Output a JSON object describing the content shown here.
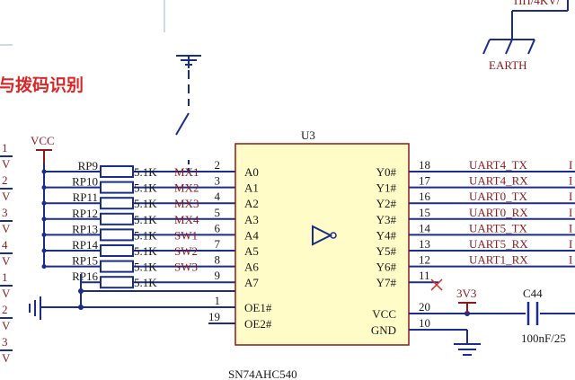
{
  "colors": {
    "wire": "#1a2d8a",
    "chip_fill": "#fffcc8",
    "chip_stroke": "#8b1a1a",
    "net_label": "#8b1a1a",
    "pin_text": "#1a1a1a",
    "title_red": "#d92626",
    "grid": "#9ab8c8"
  },
  "section_title": "与拨码识别",
  "top_right": {
    "partial_text": "ΠΠ/4ΚV/",
    "earth_label": "EARTH"
  },
  "left_edge_fragments": [
    "1",
    "V",
    "2",
    "V",
    "3",
    "V",
    "4",
    "V",
    "1",
    "V",
    "2",
    "V",
    "3",
    "V"
  ],
  "vcc_symbol_label": "VCC",
  "chip": {
    "ref": "U3",
    "part": "SN74AHC540",
    "left_pins": [
      {
        "num": "2",
        "name": "A0"
      },
      {
        "num": "3",
        "name": "A1"
      },
      {
        "num": "4",
        "name": "A2"
      },
      {
        "num": "5",
        "name": "A3"
      },
      {
        "num": "6",
        "name": "A4"
      },
      {
        "num": "7",
        "name": "A5"
      },
      {
        "num": "8",
        "name": "A6"
      },
      {
        "num": "9",
        "name": "A7"
      },
      {
        "num": "1",
        "name": "OE1#"
      },
      {
        "num": "19",
        "name": "OE2#"
      }
    ],
    "right_pins": [
      {
        "num": "18",
        "name": "Y0#"
      },
      {
        "num": "17",
        "name": "Y1#"
      },
      {
        "num": "16",
        "name": "Y2#"
      },
      {
        "num": "15",
        "name": "Y3#"
      },
      {
        "num": "14",
        "name": "Y4#"
      },
      {
        "num": "13",
        "name": "Y5#"
      },
      {
        "num": "12",
        "name": "Y6#"
      },
      {
        "num": "11",
        "name": "Y7#"
      },
      {
        "num": "20",
        "name": "VCC"
      },
      {
        "num": "10",
        "name": "GND"
      }
    ]
  },
  "resistors": [
    {
      "ref": "RP9",
      "value": "5.1K",
      "net": "MX1"
    },
    {
      "ref": "RP10",
      "value": "5.1K",
      "net": "MX2"
    },
    {
      "ref": "RP11",
      "value": "5.1K",
      "net": "MX3"
    },
    {
      "ref": "RP12",
      "value": "5.1K",
      "net": "MX4"
    },
    {
      "ref": "RP13",
      "value": "5.1K",
      "net": "SW1"
    },
    {
      "ref": "RP14",
      "value": "5.1K",
      "net": "SW2"
    },
    {
      "ref": "RP15",
      "value": "5.1K",
      "net": "SW3"
    },
    {
      "ref": "RP16",
      "value": "5.1K",
      "net": ""
    }
  ],
  "output_nets": [
    "UART4_TX",
    "UART4_RX",
    "UART0_TX",
    "UART0_RX",
    "UART5_TX",
    "UART5_RX",
    "UART1_RX"
  ],
  "output_edge_fragments": [
    "I",
    "I",
    "I",
    "I",
    "I",
    "I",
    "I"
  ],
  "power_net": "3V3",
  "capacitor": {
    "ref": "C44",
    "value": "100nF/25"
  }
}
